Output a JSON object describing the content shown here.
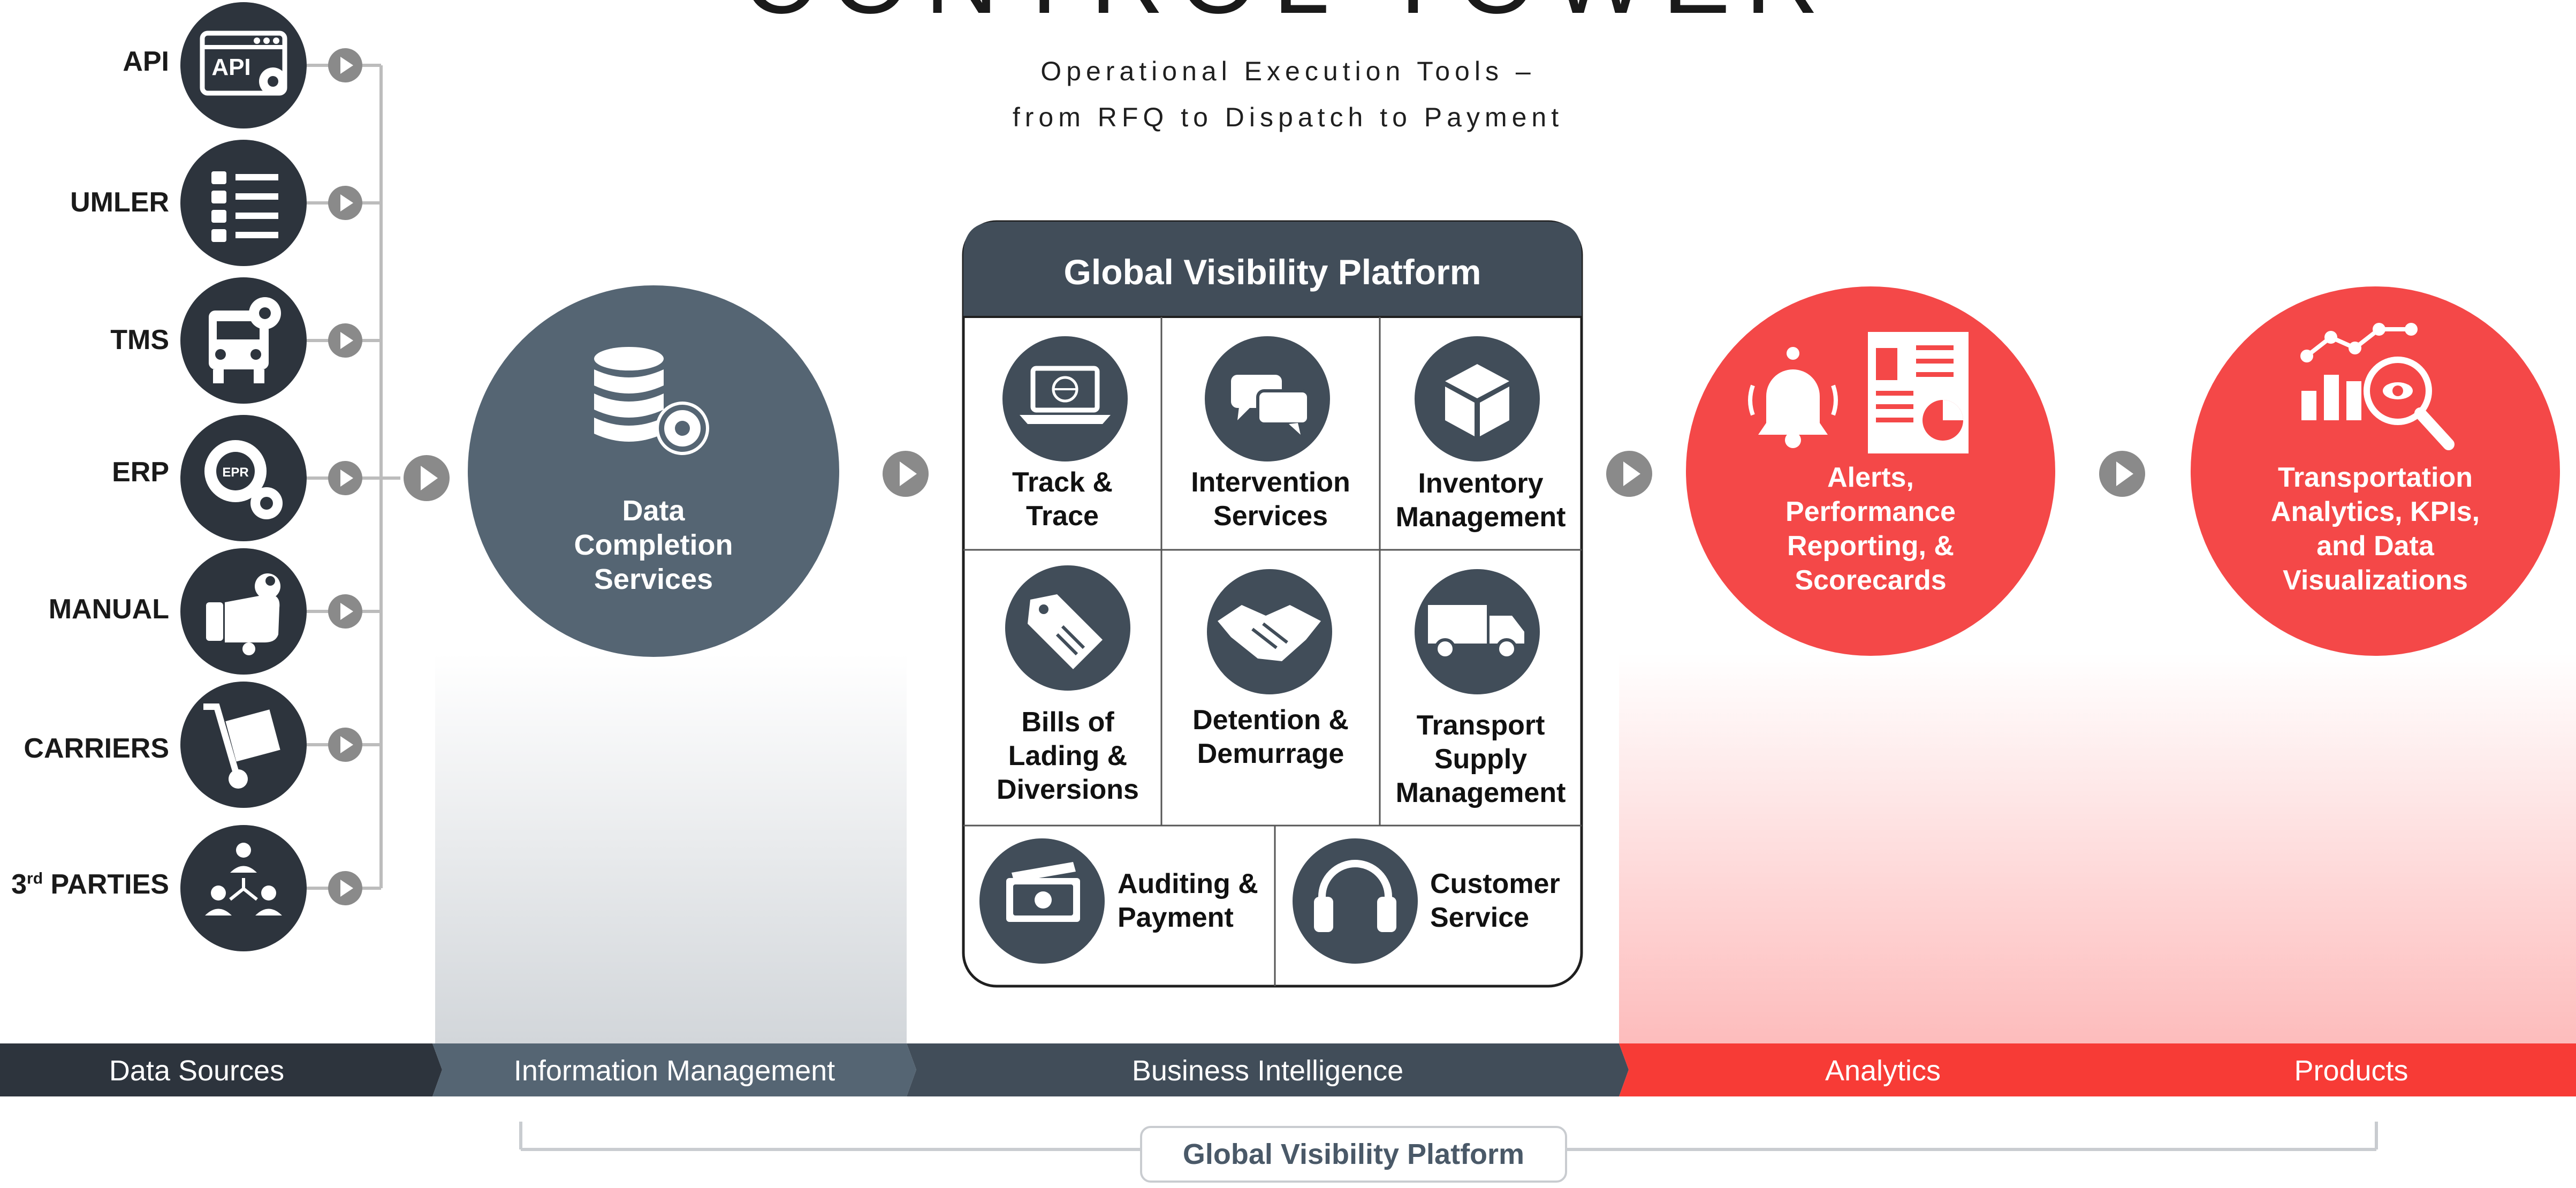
{
  "header": {
    "title": "CONTROL TOWER",
    "subtitle_line1": "Operational Execution Tools –",
    "subtitle_line2": "from RFQ to Dispatch to Payment"
  },
  "sources": [
    {
      "label": "API",
      "icon": "api-window-icon"
    },
    {
      "label": "UMLER",
      "icon": "list-icon"
    },
    {
      "label": "TMS",
      "icon": "truck-gear-icon"
    },
    {
      "label": "ERP",
      "icon": "gears-icon",
      "badge": "EPR"
    },
    {
      "label": "MANUAL",
      "icon": "hand-wrench-icon"
    },
    {
      "label": "CARRIERS",
      "icon": "hand-truck-icon"
    },
    {
      "label_main": "3",
      "label_sup": "rd",
      "label_rest": " PARTIES",
      "icon": "network-people-icon"
    }
  ],
  "data_completion": {
    "line1": "Data",
    "line2": "Completion",
    "line3": "Services"
  },
  "platform": {
    "title": "Global Visibility Platform",
    "cells": [
      {
        "line1": "Track &",
        "line2": "Trace"
      },
      {
        "line1": "Intervention",
        "line2": "Services"
      },
      {
        "line1": "Inventory",
        "line2": "Management"
      },
      {
        "line1": "Bills of",
        "line2": "Lading &",
        "line3": "Diversions"
      },
      {
        "line1": "Detention &",
        "line2": "Demurrage"
      },
      {
        "line1": "Transport",
        "line2": "Supply",
        "line3": "Management"
      },
      {
        "line1": "Auditing &",
        "line2": "Payment"
      },
      {
        "line1": "Customer",
        "line2": "Service"
      }
    ]
  },
  "alerts": {
    "line1": "Alerts,",
    "line2": "Performance",
    "line3": "Reporting, &",
    "line4": "Scorecards"
  },
  "analytics": {
    "line1": "Transportation",
    "line2": "Analytics, KPIs,",
    "line3": "and Data",
    "line4": "Visualizations"
  },
  "bands": {
    "data_sources": "Data Sources",
    "information_management": "Information Management",
    "business_intelligence": "Business Intelligence",
    "analytics": "Analytics",
    "products": "Products"
  },
  "footer": {
    "label": "Global Visibility Platform"
  },
  "colors": {
    "dark": "#2d343d",
    "slate": "#556573",
    "mid": "#414d59",
    "red": "#f44848",
    "gray": "#8a8a8a"
  }
}
